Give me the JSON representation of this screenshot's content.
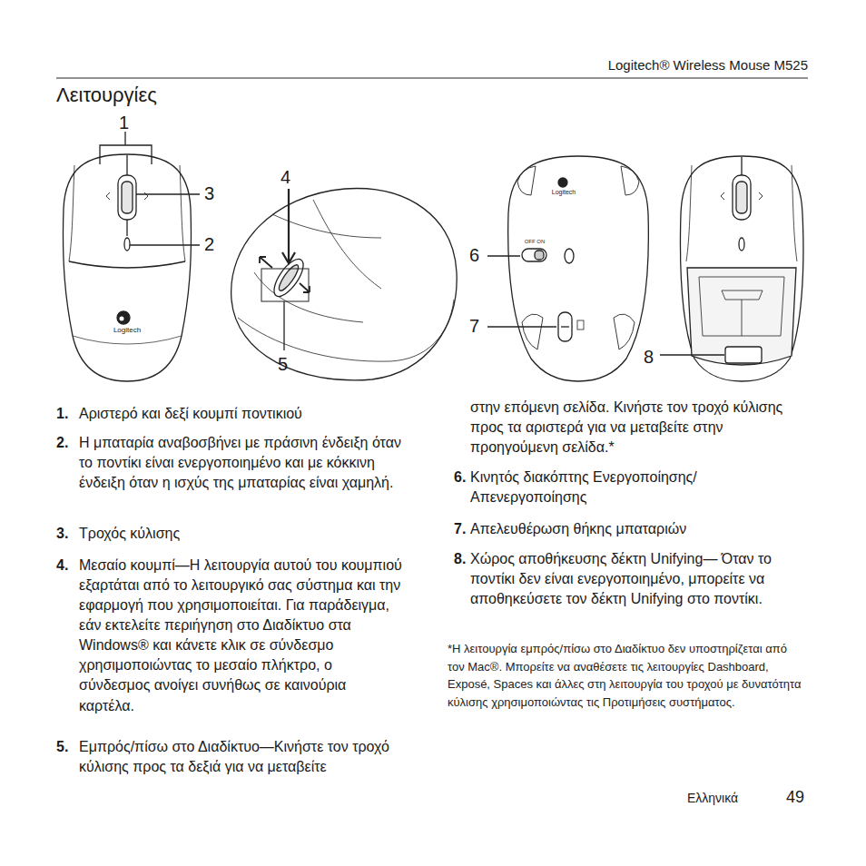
{
  "diagram": {
    "title": "Λειτουργίες",
    "labels": [
      "Logitech® Wireless Mouse M525",
      "1",
      "3",
      "2",
      "4",
      "5",
      "6",
      "7",
      "8",
      "Logitech",
      "Logitech",
      "OFF ON",
      "1.",
      "Αριστερό και δεξί κουμπί ποντικιού",
      "2.",
      "Η μπαταρία αναβοσβήνει με πράσινη ένδειξη όταν το ποντίκι είναι ενεργοποιημένο και με κόκκινη ένδειξη όταν η ισχύς της μπαταρίας είναι χαμηλή.",
      "3.",
      "Τροχός κύλισης",
      "4.",
      "Μεσαίο κουμπί—Η λειτουργία αυτού του κουμπιού εξαρτάται από το λειτουργικό σας σύστημα και την εφαρμογή που χρησιμοποιείται. Για παράδειγμα, εάν εκτελείτε περιήγηση στο Διαδίκτυο στα Windows® και κάνετε κλικ σε σύνδεσμο χρησιμοποιώντας το μεσαίο πλήκτρο, ο σύνδεσμος ανοίγει συνήθως σε καινούρια καρτέλα.",
      "5.",
      "Εμπρός/πίσω στο Διαδίκτυο—Κινήστε τον τροχό κύλισης προς τα δεξιά για να μεταβείτε",
      "στην επόμενη σελίδα. Κινήστε τον τροχό κύλισης προς τα αριστερά για να μεταβείτε στην προηγούμενη σελίδα.*",
      "6.",
      "Κινητός διακόπτης Ενεργοποίησης/ Απενεργοποίησης",
      "7.",
      "Απελευθέρωση θήκης μπαταριών",
      "8.",
      "Χώρος αποθήκευσης δέκτη Unifying— Όταν το ποντίκι δεν είναι ενεργοποιημένο, μπορείτε να αποθηκεύσετε τον δέκτη Unifying στο ποντίκι.",
      "*Η λειτουργία εμπρός/πίσω στο Διαδίκτυο δεν υποστηρίζεται από τον Mac®. Μπορείτε να αναθέσετε τις λειτουργίες Dashboard, Exposé, Spaces και άλλες στη λειτουργία του τροχού με δυνατότητα κύλισης χρησιμοποιώντας τις Προτιμήσεις συστήματος.",
      "Ελληνικά",
      "49"
    ]
  }
}
